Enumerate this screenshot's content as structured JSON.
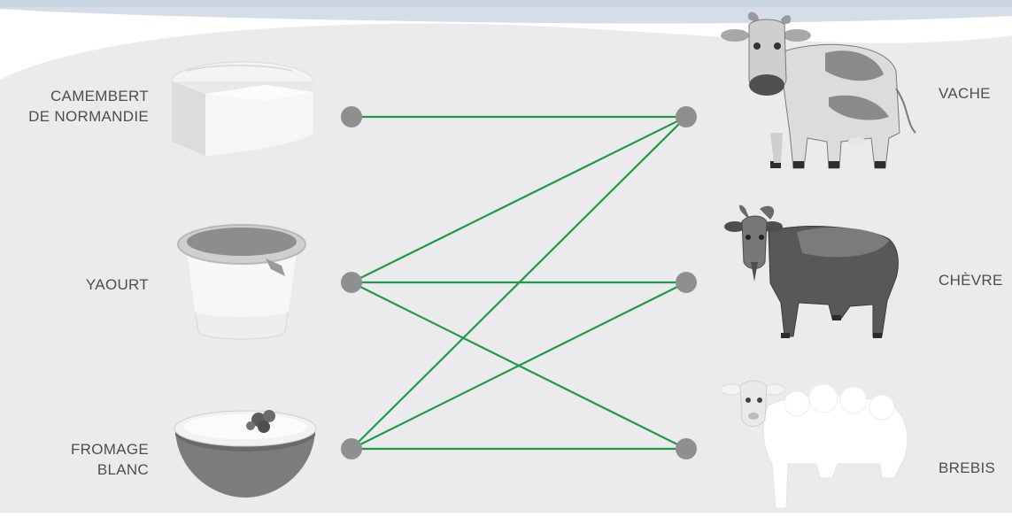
{
  "left_items": [
    {
      "id": "camembert",
      "lines": [
        "CAMEMBERT",
        "DE NORMANDIE"
      ],
      "icon": "camembert-cheese-icon"
    },
    {
      "id": "yaourt",
      "lines": [
        "YAOURT"
      ],
      "icon": "yogurt-pot-icon"
    },
    {
      "id": "fromage-blanc",
      "lines": [
        "FROMAGE",
        "BLANC"
      ],
      "icon": "fromage-blanc-bowl-icon"
    }
  ],
  "right_items": [
    {
      "id": "vache",
      "label": "VACHE",
      "icon": "cow-icon"
    },
    {
      "id": "chevre",
      "label": "CHÈVRE",
      "icon": "goat-icon"
    },
    {
      "id": "brebis",
      "label": "BREBIS",
      "icon": "sheep-icon"
    }
  ],
  "connections": [
    {
      "from": "camembert",
      "to": "vache"
    },
    {
      "from": "yaourt",
      "to": "vache"
    },
    {
      "from": "yaourt",
      "to": "chevre"
    },
    {
      "from": "yaourt",
      "to": "brebis"
    },
    {
      "from": "fromage-blanc",
      "to": "vache"
    },
    {
      "from": "fromage-blanc",
      "to": "chevre"
    },
    {
      "from": "fromage-blanc",
      "to": "brebis"
    }
  ],
  "colors": {
    "line": "#1f9a4a",
    "dot": "#8f8f8f",
    "background_blob": "#ebebee",
    "top_band": "#d4dde8",
    "text": "#4d4d4d"
  }
}
